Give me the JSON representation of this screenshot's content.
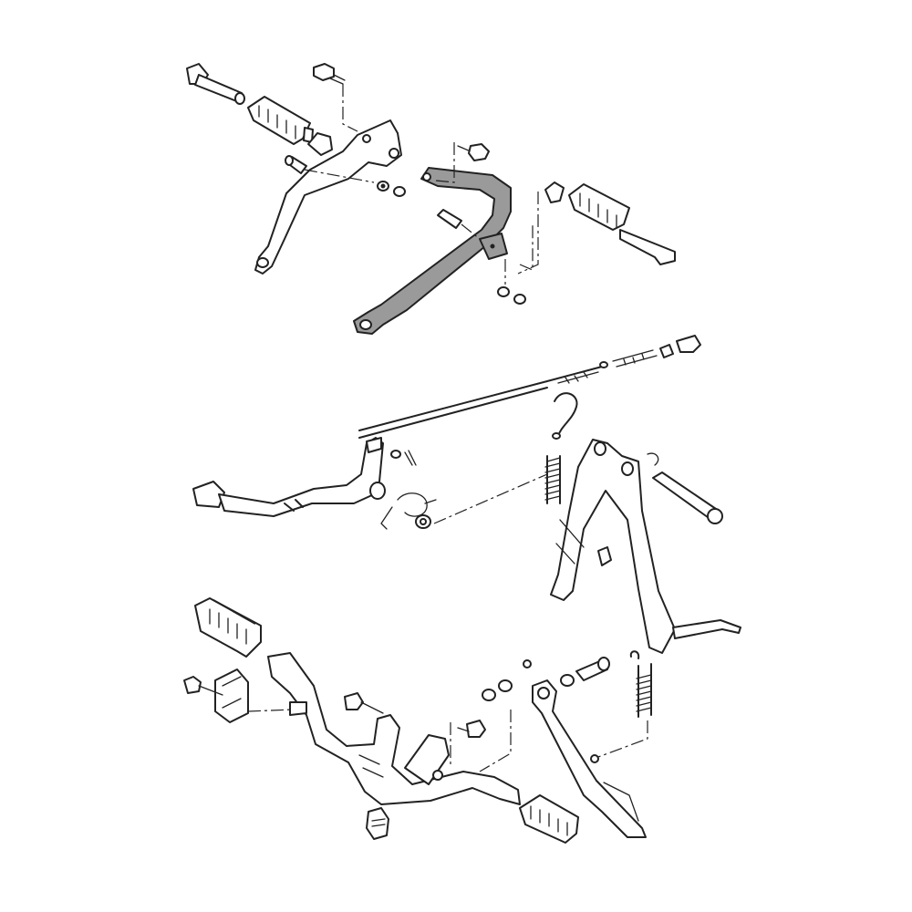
{
  "diagram": {
    "type": "exploded-parts-view",
    "sections": [
      "rider-footrest-brackets",
      "brake-pedal-and-center-stand",
      "rear-footrest-and-side-stand"
    ],
    "colors": {
      "line": "#222222",
      "fill": "#ffffff",
      "highlight": "#9a9a9a"
    },
    "highlighted_part": "left-footrest-bracket"
  }
}
